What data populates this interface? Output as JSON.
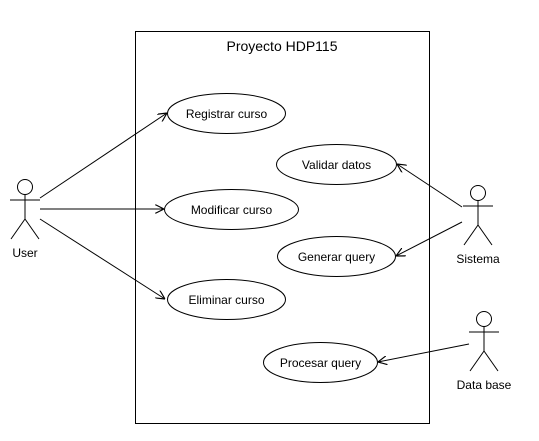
{
  "system": {
    "title": "Proyecto HDP115"
  },
  "actors": {
    "user": "User",
    "sistema": "Sistema",
    "database": "Data base"
  },
  "use_cases": {
    "registrar": "Registrar curso",
    "modificar": "Modificar curso",
    "eliminar": "Eliminar curso",
    "validar": "Validar datos",
    "generar": "Generar query",
    "procesar": "Procesar query"
  },
  "colors": {
    "stroke": "#000000",
    "fill": "#ffffff"
  }
}
